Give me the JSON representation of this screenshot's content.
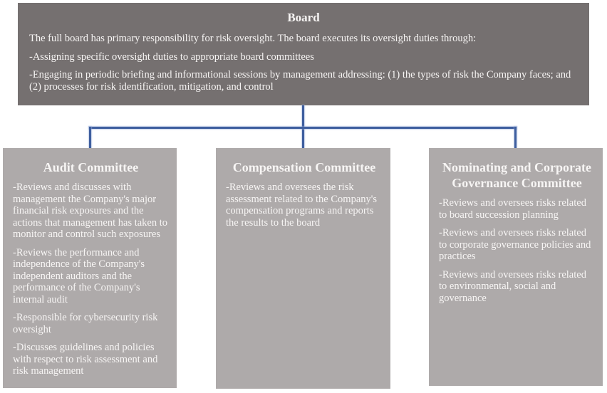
{
  "board": {
    "title": "Board",
    "intro": "The full board has primary responsibility for risk oversight. The board executes its oversight duties through:",
    "bullets": [
      "-Assigning specific oversight duties to appropriate board committees",
      "-Engaging in periodic briefing and informational sessions by management addressing: (1) the types of risk the Company faces; and (2) processes for risk identification, mitigation, and control"
    ]
  },
  "committees": [
    {
      "title": "Audit Committee",
      "bullets": [
        "-Reviews and discusses with management the Company's major financial risk exposures and the actions that management has taken to monitor and control such exposures",
        "-Reviews the performance and independence of the Company's independent auditors and the performance of the Company's internal audit",
        "-Responsible for cybersecurity risk oversight",
        "-Discusses guidelines and policies with respect to risk assessment and risk management"
      ]
    },
    {
      "title": "Compensation Committee",
      "bullets": [
        "-Reviews and oversees the risk assessment related to the Company's compensation programs and reports the results to the board"
      ]
    },
    {
      "title": "Nominating and Corporate Governance Committee",
      "bullets": [
        "-Reviews and oversees risks related to board succession planning",
        "-Reviews and oversees risks related to corporate governance policies and practices",
        "-Reviews and oversees risks related to environmental, social and governance"
      ]
    }
  ],
  "colors": {
    "board_box": "#757070",
    "committee_box": "#aeaaaa",
    "connector_blue": "#3f5f9f",
    "text": "#f7f5f4",
    "background": "#ffffff"
  }
}
